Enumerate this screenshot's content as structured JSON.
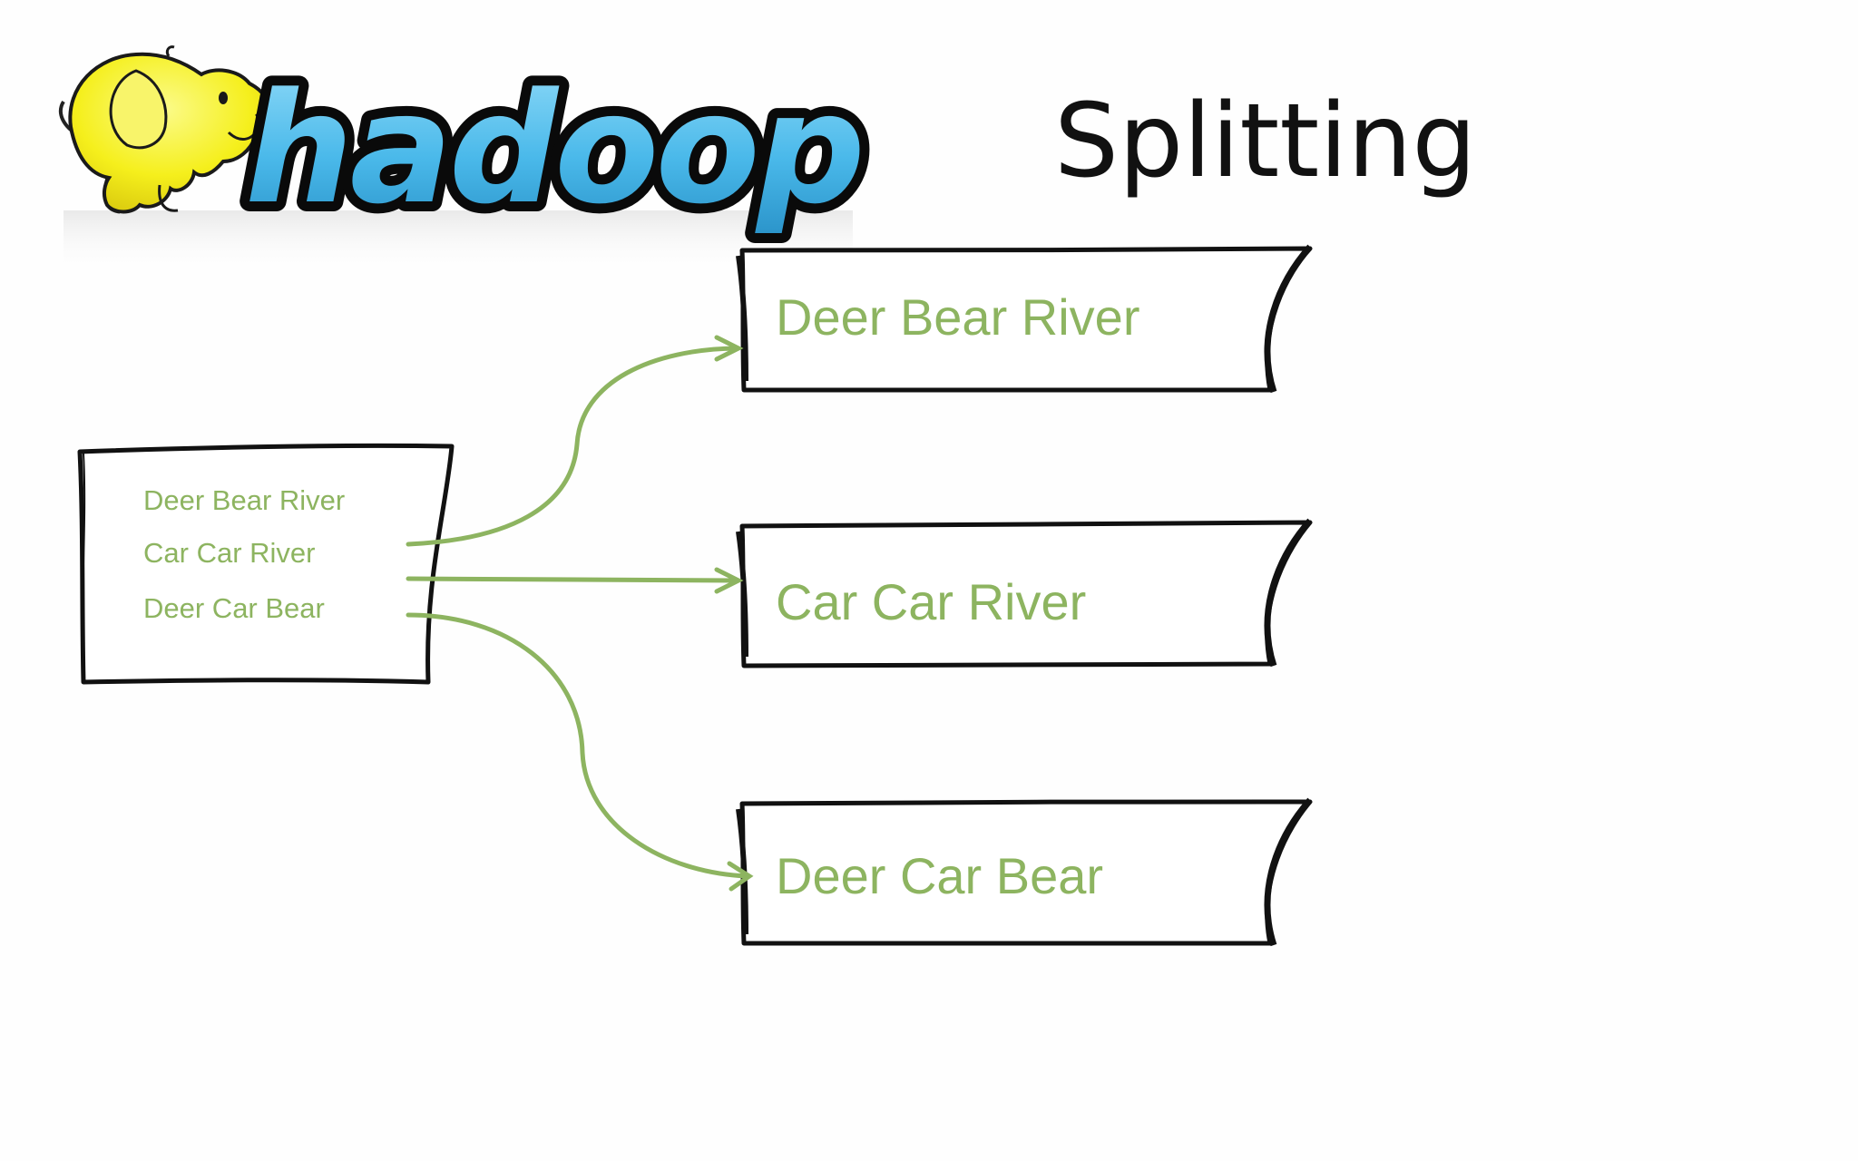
{
  "slide": {
    "title": "Splitting",
    "logo": {
      "wordmark": "hadoop",
      "icon": "hadoop-elephant-logo"
    }
  },
  "source_block": {
    "lines": [
      "Deer Bear River",
      "Car Car River",
      "Deer Car Bear"
    ]
  },
  "splits": [
    {
      "label": "Deer Bear River"
    },
    {
      "label": "Car Car River"
    },
    {
      "label": "Deer Car Bear"
    }
  ],
  "colors": {
    "text_green": "#8db460",
    "arrow_green": "#8db460",
    "outline": "#111111",
    "logo_blue": "#58c3f0",
    "logo_yellow": "#f7f31c"
  }
}
